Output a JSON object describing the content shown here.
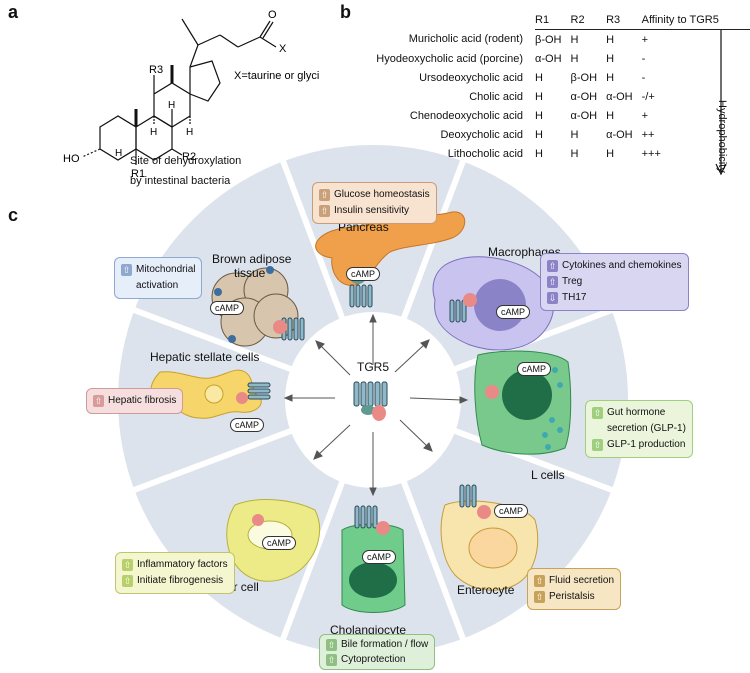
{
  "panel_a": {
    "letter": "a",
    "r3": "R3",
    "r2": "R2",
    "r1": "R1",
    "ho": "HO",
    "h1": "H",
    "h2": "H",
    "h3": "H",
    "h4": "H",
    "o": "O",
    "x": "X",
    "x_note": "X=taurine or glycine",
    "site_line1": "Site of dehydroxylation",
    "site_line2": "by intestinal bacteria"
  },
  "panel_b": {
    "letter": "b",
    "headers": [
      "R1",
      "R2",
      "R3",
      "Affinity to TGR5"
    ],
    "rows": [
      {
        "name": "Muricholic acid (rodent)",
        "r1": "β-OH",
        "r2": "H",
        "r3": "H",
        "affinity": "+"
      },
      {
        "name": "Hyodeoxycholic acid (porcine)",
        "r1": "α-OH",
        "r2": "H",
        "r3": "H",
        "affinity": "-"
      },
      {
        "name": "Ursodeoxycholic acid",
        "r1": "H",
        "r2": "β-OH",
        "r3": "H",
        "affinity": "-"
      },
      {
        "name": "Cholic acid",
        "r1": "H",
        "r2": "α-OH",
        "r3": "α-OH",
        "affinity": "-/+"
      },
      {
        "name": "Chenodeoxycholic acid",
        "r1": "H",
        "r2": "α-OH",
        "r3": "H",
        "affinity": "+"
      },
      {
        "name": "Deoxycholic acid",
        "r1": "H",
        "r2": "H",
        "r3": "α-OH",
        "affinity": "++"
      },
      {
        "name": "Lithocholic acid",
        "r1": "H",
        "r2": "H",
        "r3": "H",
        "affinity": "+++"
      }
    ],
    "axis_label": "Hydrophobicity"
  },
  "panel_c": {
    "letter": "c",
    "center_label": "TGR5",
    "camp": "cAMP",
    "cells": {
      "pancreas": "Pancreas",
      "brown_adipose_1": "Brown adipose",
      "brown_adipose_2": "tissue",
      "macrophages": "Macrophages",
      "hepatic_stellate": "Hepatic stellate cells",
      "l_cells": "L cells",
      "kupffer": "Kupffer cell",
      "enterocyte": "Enterocyte",
      "cholangiocyte": "Cholangiocyte"
    },
    "boxes": {
      "pancreas": [
        "Glucose homeostasis",
        "Insulin sensitivity"
      ],
      "brown_adipose": [
        "Mitochondrial",
        "activation"
      ],
      "macrophages": [
        "Cytokines and chemokines",
        "Treg",
        "TH17"
      ],
      "hepatic_stellate": [
        "Hepatic fibrosis"
      ],
      "l_cells": [
        "Gut hormone",
        "secretion (GLP-1)",
        "GLP-1 production"
      ],
      "kupffer": [
        "Inflammatory factors",
        "Initiate fibrogenesis"
      ],
      "enterocyte": [
        "Fluid secretion",
        "Peristalsis"
      ],
      "cholangiocyte": [
        "Bile formation / flow",
        "Cytoprotection"
      ]
    },
    "colors": {
      "ring": "#dde3ec",
      "pancreas_box": "#f8e2d0",
      "brown_box": "#e6eef9",
      "macro_box": "#d9d6f2",
      "stellate_box": "#f6dede",
      "lcell_box": "#eaf5dc",
      "kupffer_box": "#f3f6cf",
      "entero_box": "#f6e6c4",
      "cholang_box": "#dff0da"
    }
  }
}
